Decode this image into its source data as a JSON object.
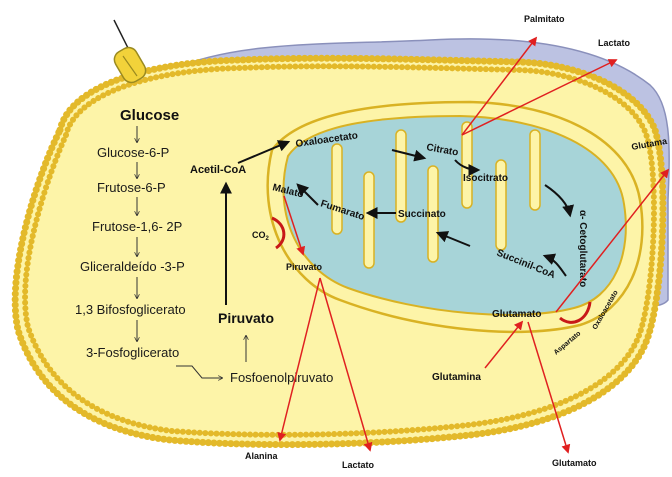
{
  "glycolysis": {
    "glucose": "Glucose",
    "steps": [
      "Glucose-6-P",
      "Frutose-6-P",
      "Frutose-1,6- 2P",
      "Gliceraldeído -3-P",
      "1,3 Bifosfoglicerato",
      "3-Fosfoglicerato"
    ],
    "pep": "Fosfoenolpiruvato",
    "pyruvate_big": "Piruvato",
    "acetyl": "Acetil-CoA"
  },
  "cytosol": {
    "pyruvate_small": "Piruvato",
    "co2": "CO",
    "co2_sub": "2",
    "alanina": "Alanina",
    "lactato_bottom": "Lactato"
  },
  "krebs": {
    "oxaloacetato": "Oxaloacetato",
    "citrato": "Citrato",
    "isocitrato": "Isocitrato",
    "alfa_ceto": "α- Cetoglutarato",
    "succinil": "Succinil-CoA",
    "succinato": "Succinato",
    "fumarato": "Fumarato",
    "malato": "Malato"
  },
  "glutamine": {
    "glutamato_inner": "Glutamato",
    "aspartato": "Aspartato",
    "oxaloacetato_small": "Oxaloacetato",
    "glutamina": "Glutamina",
    "glutamato_out": "Glutamato"
  },
  "outputs": {
    "palmitato": "Palmitato",
    "lactato_top": "Lactato",
    "glutamato_edge": "Glutama"
  },
  "colors": {
    "cell_fill": "#fdf4a8",
    "membrane_dots": "#e3b92a",
    "back_cell": "#bcc2e2",
    "mito_inner": "#a7d4d8",
    "arrow_red": "#e02020",
    "arrow_black": "#111111"
  }
}
